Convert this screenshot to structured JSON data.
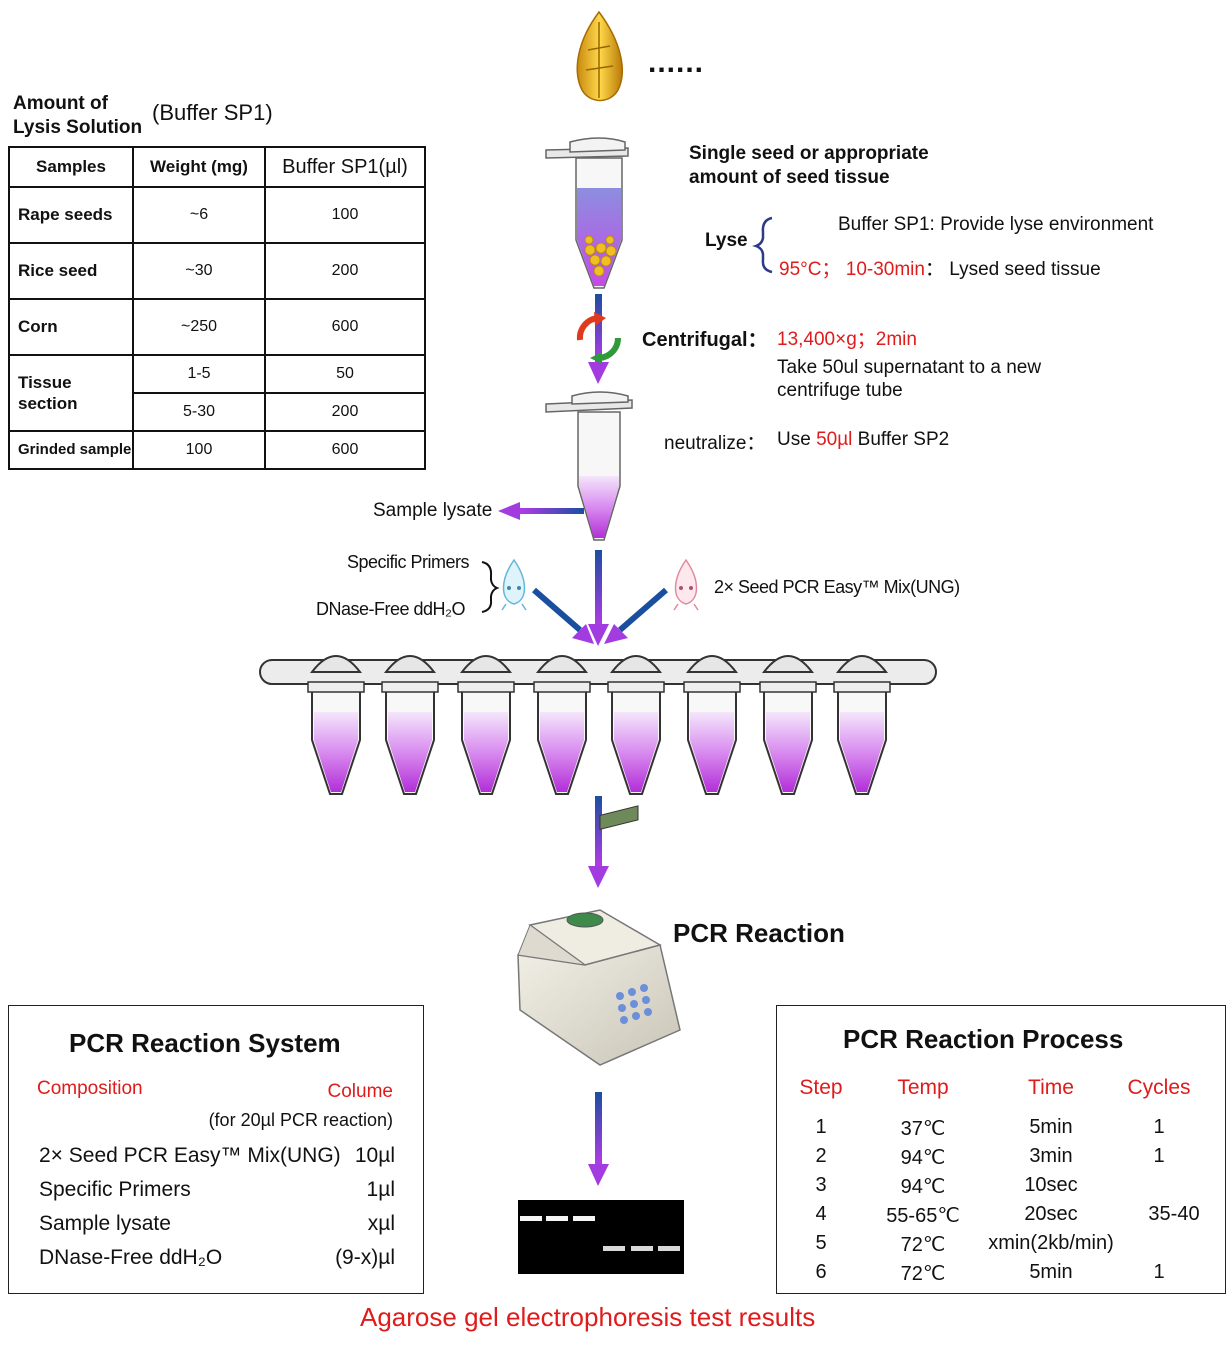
{
  "top": {
    "dots": "......"
  },
  "lysis": {
    "heading_line1": "Amount of",
    "heading_line2": "Lysis Solution",
    "heading_paren": "(Buffer SP1)",
    "columns": [
      "Samples",
      "Weight (mg)",
      "Buffer SP1(µl)"
    ],
    "rows": [
      {
        "sample": "Rape seeds",
        "weight": "~6",
        "buffer": "100"
      },
      {
        "sample": "Rice seed",
        "weight": "~30",
        "buffer": "200"
      },
      {
        "sample": "Corn",
        "weight": "~250",
        "buffer": "600"
      },
      {
        "sample": "Tissue section",
        "weight": "1-5",
        "buffer": "50"
      },
      {
        "sample": "",
        "weight": "5-30",
        "buffer": "200"
      },
      {
        "sample": "Grinded sample",
        "weight": "100",
        "buffer": "600"
      }
    ]
  },
  "steps": {
    "seed_line1": "Single seed or appropriate",
    "seed_line2": "amount of seed tissue",
    "lyse_label": "Lyse",
    "lyse_buffer": "Buffer SP1",
    "lyse_buffer_desc": ": Provide lyse environment",
    "lyse_temp": "95°C；",
    "lyse_time": "10-30min",
    "lyse_desc": "： Lysed seed tissue",
    "centrifugal_label": "Centrifugal：",
    "centrifugal_value": "13,400×g；2min",
    "centrifugal_line1": "Take 50ul supernatant to a new",
    "centrifugal_line2": "centrifuge tube",
    "neutralize_label": "neutralize：",
    "neutralize_use": "Use",
    "neutralize_amount": "50µl",
    "neutralize_buffer": "Buffer SP2",
    "sample_lysate": "Sample lysate",
    "specific_primers": "Specific Primers",
    "ddh2o": "DNase-Free ddH₂O",
    "mix": "2× Seed PCR Easy™ Mix(UNG)",
    "pcr_reaction": "PCR Reaction",
    "gel_caption": "Agarose gel electrophoresis test results"
  },
  "system": {
    "title": "PCR Reaction System",
    "col_composition": "Composition",
    "col_volume": "Colume",
    "note": "(for 20µl PCR reaction)",
    "rows": [
      {
        "name": "2× Seed PCR Easy™ Mix(UNG)",
        "volume": "10µl"
      },
      {
        "name": "Specific Primers",
        "volume": "1µl"
      },
      {
        "name": "Sample lysate",
        "volume": "xµl"
      },
      {
        "name": "DNase-Free ddH₂O",
        "volume": "(9-x)µl"
      }
    ]
  },
  "process": {
    "title": "PCR Reaction Process",
    "headers": [
      "Step",
      "Temp",
      "Time",
      "Cycles"
    ],
    "rows": [
      {
        "step": "1",
        "temp": "37℃",
        "time": "5min",
        "cycles": "1"
      },
      {
        "step": "2",
        "temp": "94℃",
        "time": "3min",
        "cycles": "1"
      },
      {
        "step": "3",
        "temp": "94℃",
        "time": "10sec",
        "cycles": ""
      },
      {
        "step": "4",
        "temp": "55-65℃",
        "time": "20sec",
        "cycles": "35-40"
      },
      {
        "step": "5",
        "temp": "72℃",
        "time": "xmin(2kb/min)",
        "cycles": ""
      },
      {
        "step": "6",
        "temp": "72℃",
        "time": "5min",
        "cycles": "1"
      }
    ]
  },
  "colors": {
    "accent_red": "#e01b1b",
    "arrow_blue": "#1a4fa0",
    "arrow_purple": "#a23be0",
    "liquid": "#c64fe8"
  }
}
